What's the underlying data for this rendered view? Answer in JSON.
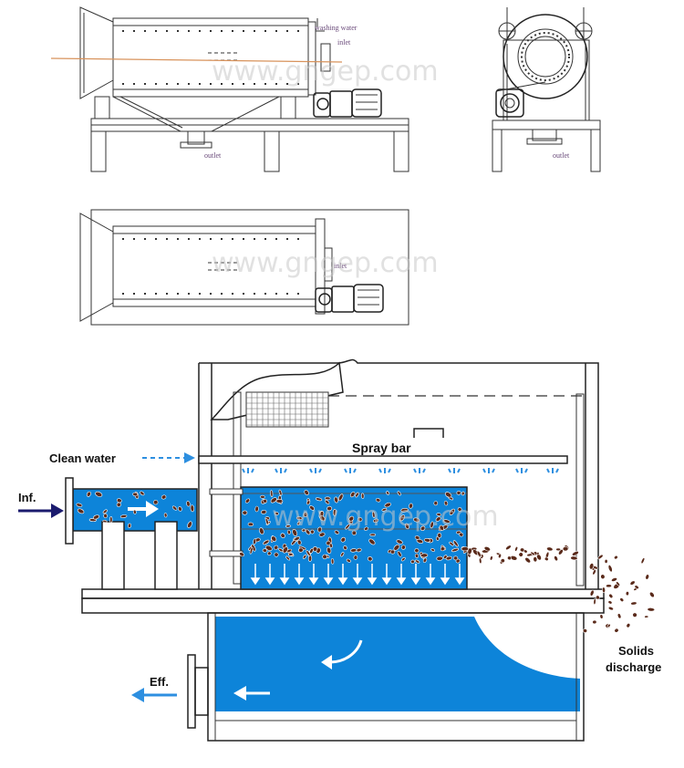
{
  "colors": {
    "water": "#0d84d9",
    "line": "#333333",
    "arrow_dark": "#1b1b6e",
    "arrow_light": "#2d8fe0",
    "solids": "#5a2a1a",
    "accent_line": "#d8935c",
    "label_small": "#6a4a7a"
  },
  "top_side_view": {
    "washing_water_label": "washing water",
    "inlet_label": "inlet",
    "outlet_label": "outlet"
  },
  "end_view": {
    "outlet_label": "outlet"
  },
  "top_plan_view": {
    "inlet_label": "inlet"
  },
  "process_diagram": {
    "clean_water_label": "Clean water",
    "spray_bar_label": "Spray bar",
    "inf_label": "Inf.",
    "eff_label": "Eff.",
    "solids_label_line1": "Solids",
    "solids_label_line2": "discharge"
  },
  "watermark": "www.gngep.com",
  "icons": {
    "inflow": "right-arrow-icon",
    "effluent": "left-arrow-icon",
    "clean_water": "dashed-right-arrow-icon",
    "spray": "spray-nozzle-icon",
    "drum": "drum-screen-icon",
    "motor": "gear-motor-icon"
  }
}
